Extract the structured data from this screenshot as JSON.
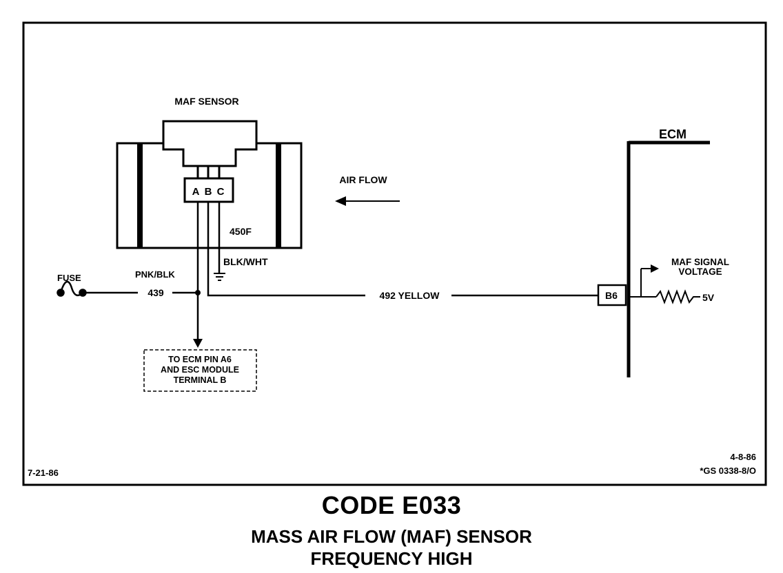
{
  "maf_sensor": {
    "title": "MAF SENSOR",
    "pins": [
      "A",
      "B",
      "C"
    ]
  },
  "air_flow": {
    "label": "AIR FLOW"
  },
  "ecm": {
    "label": "ECM",
    "pin": "B6",
    "signal_label_1": "MAF SIGNAL",
    "signal_label_2": "VOLTAGE",
    "supply": "5V"
  },
  "wires": {
    "fuse_label": "FUSE",
    "power_color": "PNK/BLK",
    "power_circuit": "439",
    "ground_circuit": "450F",
    "ground_color": "BLK/WHT",
    "signal_wire": "492 YELLOW"
  },
  "note_box": {
    "lines": [
      "TO ECM PIN A6",
      "AND ESC MODULE",
      "TERMINAL B"
    ]
  },
  "dates": {
    "left": "7-21-86",
    "right": "4-8-86",
    "ref": "*GS 0338-8/O"
  },
  "caption": {
    "code": "CODE E033",
    "line1": "MASS AIR FLOW (MAF) SENSOR",
    "line2": "FREQUENCY HIGH"
  }
}
